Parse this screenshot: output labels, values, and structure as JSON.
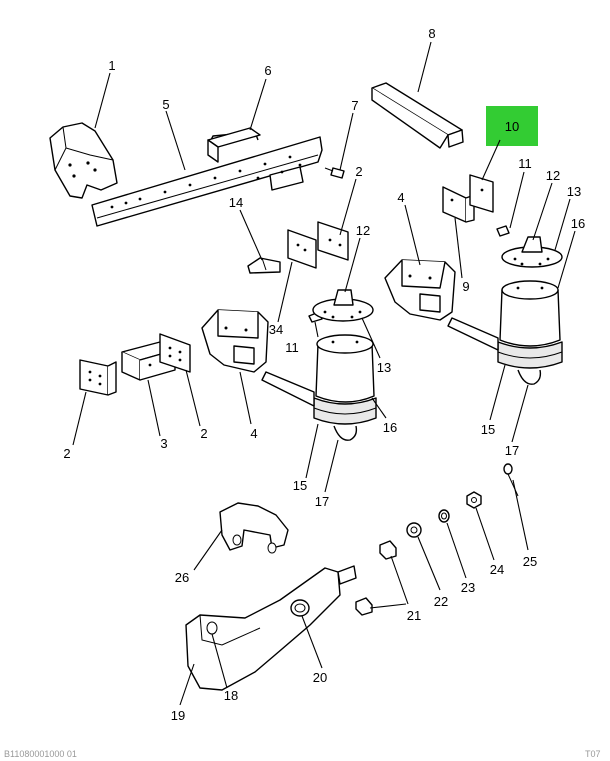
{
  "highlight": {
    "label": "10",
    "color": "#33cc33"
  },
  "callouts": {
    "c1": "1",
    "c2a": "2",
    "c2b": "2",
    "c2c": "2",
    "c3": "3",
    "c4a": "4",
    "c4b": "4",
    "c5": "5",
    "c6": "6",
    "c7": "7",
    "c8": "8",
    "c9": "9",
    "c11a": "11",
    "c11b": "11",
    "c12a": "12",
    "c12b": "12",
    "c13a": "13",
    "c13b": "13",
    "c14": "14",
    "c15a": "15",
    "c15b": "15",
    "c16a": "16",
    "c16b": "16",
    "c17a": "17",
    "c17b": "17",
    "c18": "18",
    "c19": "19",
    "c20": "20",
    "c21": "21",
    "c22": "22",
    "c23": "23",
    "c24": "24",
    "c25": "25",
    "c26": "26",
    "c34": "34"
  },
  "footer": {
    "left": "B11080001000 01",
    "right": "T07"
  }
}
